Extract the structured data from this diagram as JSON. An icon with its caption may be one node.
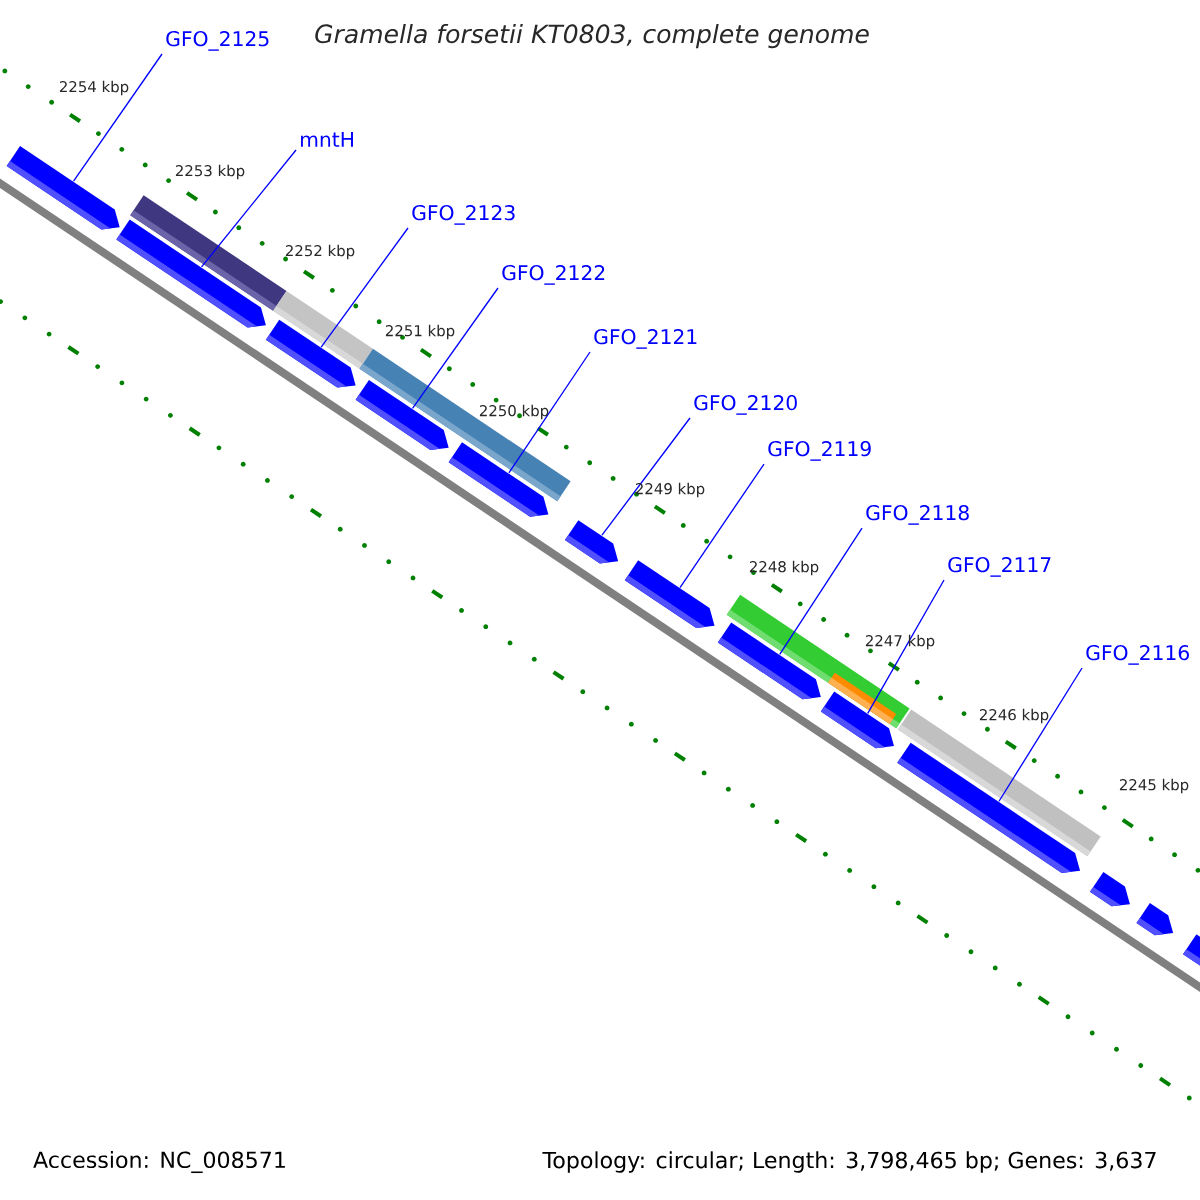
{
  "diagram": {
    "title": "Gramella forsetii KT0803, complete genome",
    "nodes": [
      {
        "text": [
          "GFO_2125"
        ]
      },
      {
        "text": [
          "mntH"
        ]
      },
      {
        "text": [
          "GFO_2123"
        ]
      },
      {
        "text": [
          "GFO_2122"
        ]
      },
      {
        "text": [
          "GFO_2121"
        ]
      },
      {
        "text": [
          "GFO_2120"
        ]
      },
      {
        "text": [
          "GFO_2119"
        ]
      },
      {
        "text": [
          "GFO_2118"
        ]
      },
      {
        "text": [
          "GFO_2117"
        ]
      },
      {
        "text": [
          "GFO_2116"
        ]
      },
      {
        "text": [],
        "shape": "bar"
      },
      {
        "text": [],
        "shape": "bar"
      },
      {
        "text": [],
        "shape": "bar"
      },
      {
        "text": [],
        "shape": "bar"
      },
      {
        "text": [],
        "shape": "bar"
      },
      {
        "text": [],
        "shape": "bar"
      },
      {
        "text": [],
        "shape": "bar"
      },
      {
        "text": [],
        "shape": "bar"
      },
      {
        "text": [],
        "shape": "bar"
      },
      {
        "text": [],
        "shape": "bar"
      },
      {
        "text": [],
        "shape": "bar"
      },
      {
        "text": [],
        "shape": "bar"
      },
      {
        "text": [],
        "shape": "bar"
      }
    ],
    "edges": [
      {
        "from": 0,
        "to": 10,
        "arrow": "none"
      },
      {
        "from": 1,
        "to": 11,
        "arrow": "none"
      },
      {
        "from": 2,
        "to": 12,
        "arrow": "none"
      },
      {
        "from": 3,
        "to": 13,
        "arrow": "none"
      },
      {
        "from": 4,
        "to": 14,
        "arrow": "none"
      },
      {
        "from": 5,
        "to": 15,
        "arrow": "none"
      },
      {
        "from": 6,
        "to": 16,
        "arrow": "none"
      },
      {
        "from": 7,
        "to": 17,
        "arrow": "none"
      },
      {
        "from": 8,
        "to": 18,
        "arrow": "none"
      },
      {
        "from": 9,
        "to": 19,
        "arrow": "none"
      }
    ],
    "labels": [
      "2254 kbp",
      "2253 kbp",
      "2252 kbp",
      "2251 kbp",
      "2250 kbp",
      "2249 kbp",
      "2248 kbp",
      "2247 kbp",
      "2246 kbp",
      "2245 kbp",
      "Accession: NC_008571",
      "Topology: circular; Length: 3,798,465 bp; Genes: 3,637"
    ]
  }
}
